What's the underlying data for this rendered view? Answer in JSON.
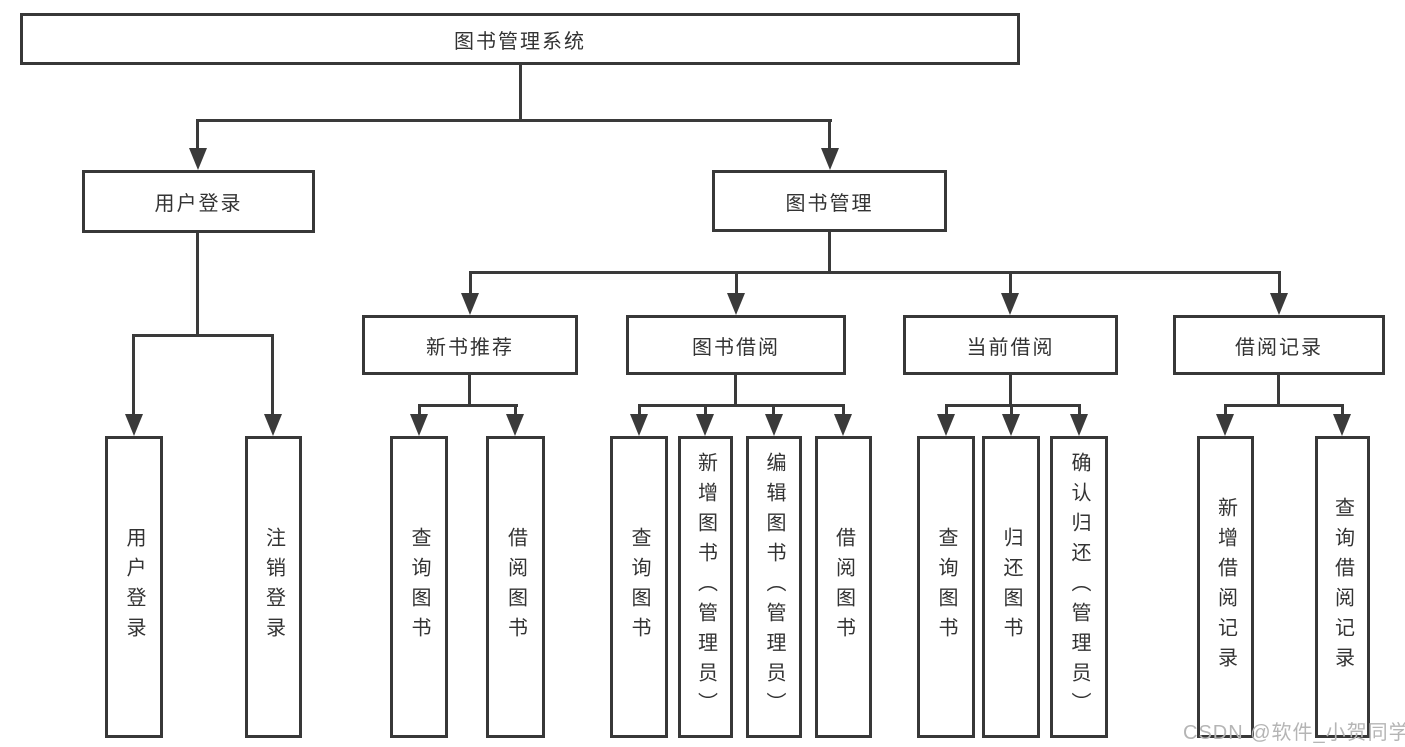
{
  "colors": {
    "line": "#3a3a3a",
    "box_border": "#383838",
    "text": "#333333",
    "watermark": "#b5b5b5",
    "background": "#ffffff"
  },
  "tree": {
    "label": "图书管理系统",
    "children": [
      {
        "label": "用户登录",
        "children": [
          {
            "label": "用户登录"
          },
          {
            "label": "注销登录"
          }
        ]
      },
      {
        "label": "图书管理",
        "children": [
          {
            "label": "新书推荐",
            "children": [
              {
                "label": "查询图书"
              },
              {
                "label": "借阅图书"
              }
            ]
          },
          {
            "label": "图书借阅",
            "children": [
              {
                "label": "查询图书"
              },
              {
                "label": "新增图书（管理员）"
              },
              {
                "label": "编辑图书（管理员）"
              },
              {
                "label": "借阅图书"
              }
            ]
          },
          {
            "label": "当前借阅",
            "children": [
              {
                "label": "查询图书"
              },
              {
                "label": "归还图书"
              },
              {
                "label": "确认归还（管理员）"
              }
            ]
          },
          {
            "label": "借阅记录",
            "children": [
              {
                "label": "新增借阅记录"
              },
              {
                "label": "查询借阅记录"
              }
            ]
          }
        ]
      }
    ]
  },
  "watermark": {
    "text": "CSDN @软件_小贺同学"
  }
}
